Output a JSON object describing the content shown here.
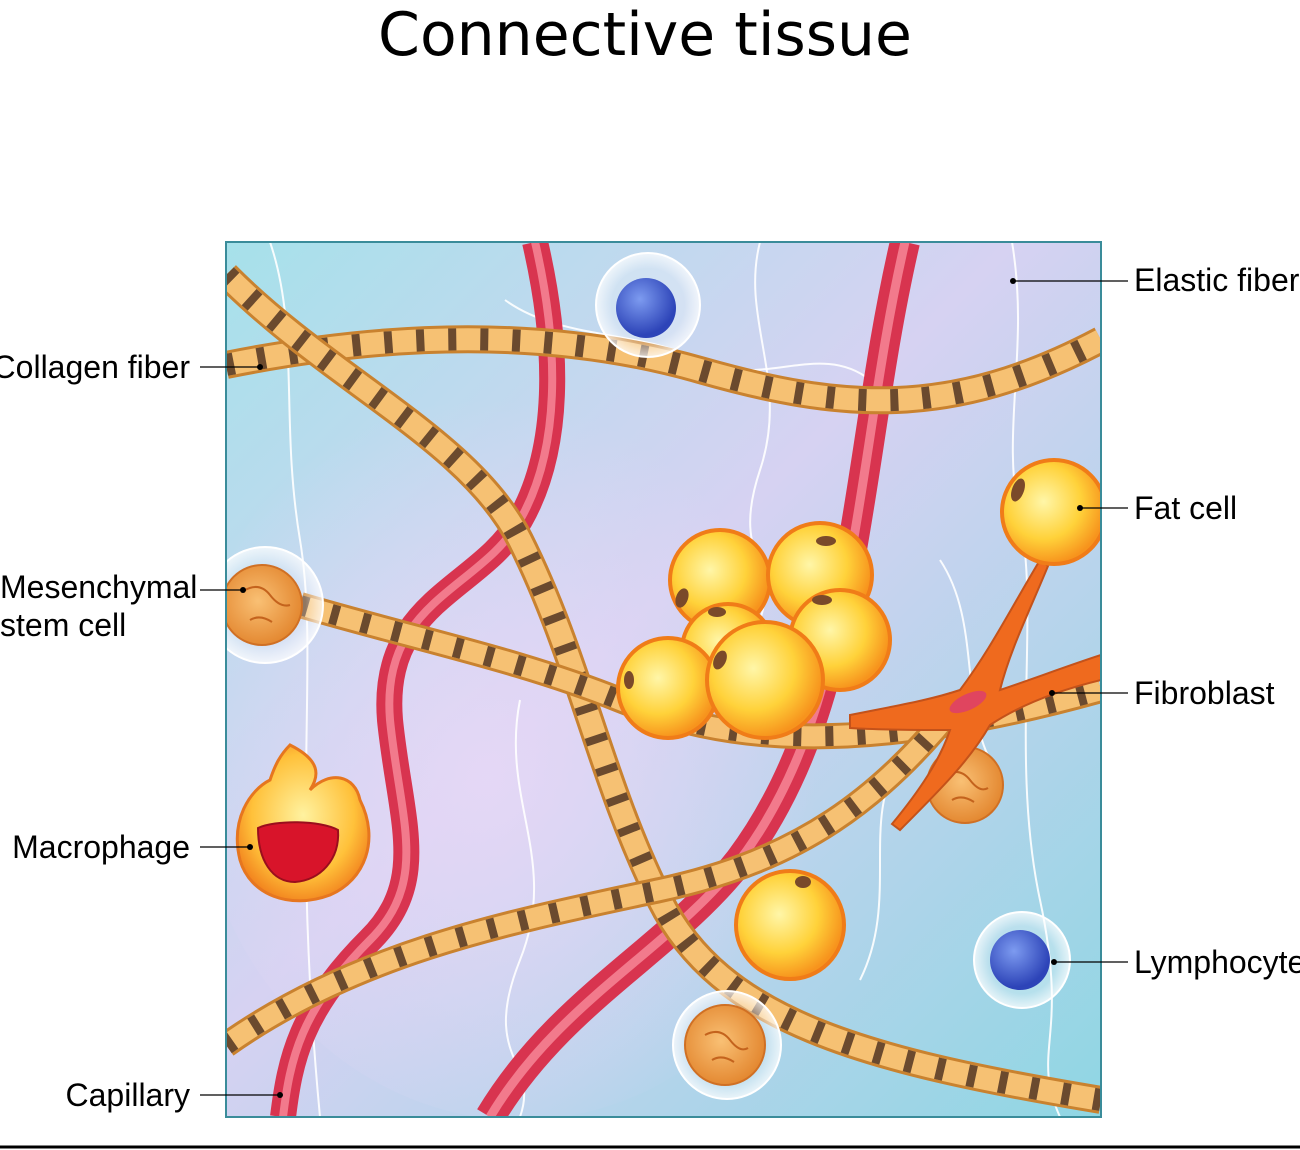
{
  "title": "Connective tissue",
  "labels": {
    "collagen_fiber": "Collagen fiber",
    "mesenchymal_line1": "Mesenchymal",
    "mesenchymal_line2": "stem cell",
    "macrophage": "Macrophage",
    "capillary": "Capillary",
    "elastic_fiber": "Elastic fiber",
    "fat_cell": "Fat cell",
    "fibroblast": "Fibroblast",
    "lymphocyte": "Lymphocyte"
  },
  "colors": {
    "tissue_blue": "#9adbe6",
    "tissue_lilac": "#d9cff3",
    "capillary_red": "#e0455f",
    "collagen_tan": "#f2b45a",
    "collagen_band": "#6b4a2e",
    "fat_yellow": "#ffd23a",
    "fat_orange": "#f7941d",
    "lymphocyte_blue": "#3a5bd0",
    "fibroblast_orange": "#ef6a1e",
    "border": "#3a8c9a"
  }
}
